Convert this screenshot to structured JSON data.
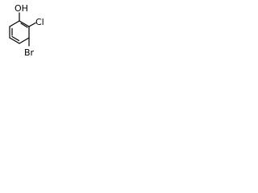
{
  "molecule": {
    "substituents": {
      "hydroxyl": "OH",
      "chlorine": "Cl",
      "bromine": "Br"
    }
  },
  "colors": {
    "background": "#ffffff",
    "bond": "#000000",
    "text": "#000000"
  }
}
